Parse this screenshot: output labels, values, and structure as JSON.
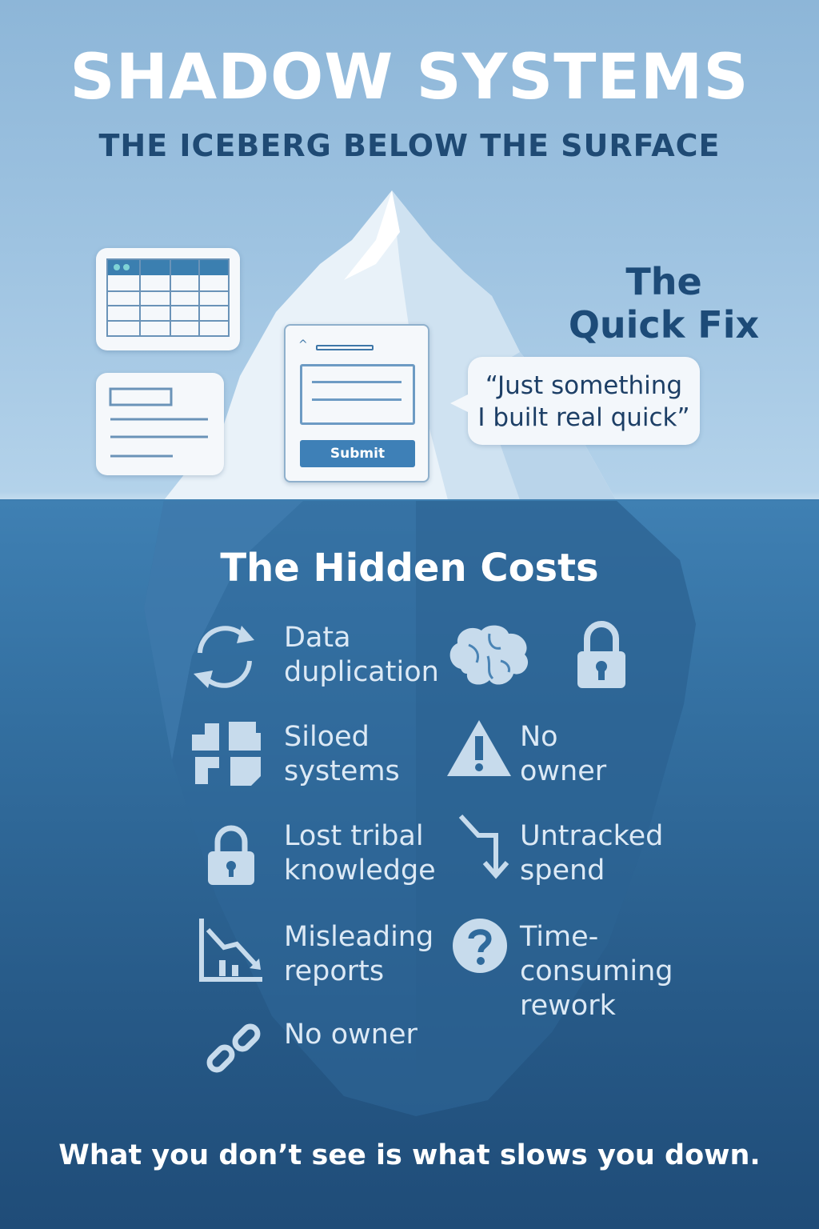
{
  "header": {
    "title": "SHADOW SYSTEMS",
    "subtitle": "THE ICEBERG BELOW THE SURFACE"
  },
  "surface": {
    "heading_line1": "The",
    "heading_line2": "Quick Fix",
    "quote_line1": "“Just something",
    "quote_line2": "I built real quick”",
    "form_submit_label": "Submit"
  },
  "below": {
    "heading": "The Hidden Costs",
    "items": [
      {
        "line1": "Data",
        "line2": "duplication",
        "icon": "sync-arrows-icon"
      },
      {
        "line1": "Siloed",
        "line2": "systems",
        "icon": "puzzle-pieces-icon"
      },
      {
        "line1": "Lost tribal",
        "line2": "knowledge",
        "icon": "padlock-icon"
      },
      {
        "line1": "Misleading",
        "line2": "reports",
        "icon": "declining-chart-icon"
      },
      {
        "line1": "No owner",
        "icon": "broken-link-icon"
      },
      {
        "line1": "No",
        "line2": "owner",
        "icon": "warning-triangle-icon"
      },
      {
        "line1": "Untracked",
        "line2": "spend",
        "icon": "down-arrow-icon"
      },
      {
        "line1": "Time-",
        "line2": "consuming",
        "line3": "rework",
        "icon": "question-mark-icon"
      }
    ],
    "extra_icons": [
      "brain-icon",
      "padlock-icon"
    ]
  },
  "footer": {
    "tagline": "What you don’t see is what slows you down."
  },
  "colors": {
    "sky": "#9ec3e1",
    "water": "#336fa0",
    "deep": "#1f4c78",
    "title_dark": "#1f4a74",
    "button": "#3e80b7"
  }
}
